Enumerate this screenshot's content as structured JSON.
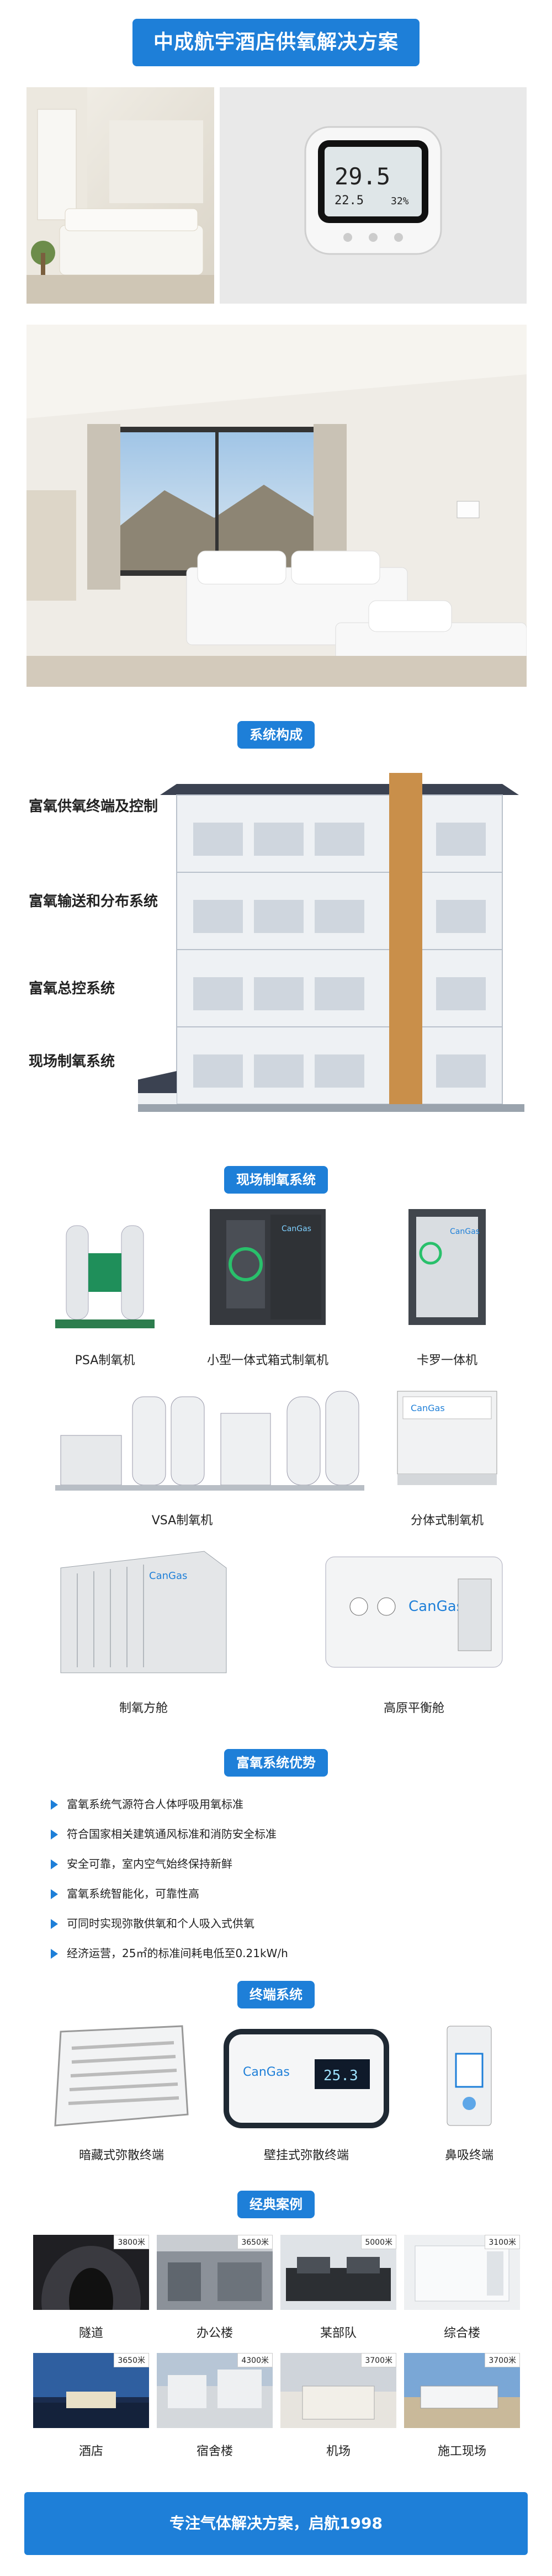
{
  "header": {
    "title": "中成航宇酒店供氧解决方案"
  },
  "thermostat": {
    "value": "29.5",
    "humidity": "32%",
    "sub": "22.5"
  },
  "sections": {
    "system": "系统构成",
    "onsite": "现场制氧系统",
    "advantage": "富氧系统优势",
    "terminal": "终端系统",
    "cases": "经典案例"
  },
  "system_labels": [
    "富氧供氧终端及控制",
    "富氧输送和分布系统",
    "富氧总控系统",
    "现场制氧系统"
  ],
  "machines_row1": [
    "PSA制氧机",
    "小型一体式箱式制氧机",
    "卡罗一体机"
  ],
  "machines_row2": [
    "VSA制氧机",
    "分体式制氧机"
  ],
  "machines_row3": [
    "制氧方舱",
    "高原平衡舱"
  ],
  "brand": "CanGas",
  "advantages": [
    "富氧系统气源符合人体呼吸用氧标准",
    "符合国家相关建筑通风标准和消防安全标准",
    "安全可靠，室内空气始终保持新鲜",
    "富氧系统智能化，可靠性高",
    "可同时实现弥散供氧和个人吸入式供氧",
    "经济运营，25㎡的标准间耗电低至0.21kW/h"
  ],
  "terminals": [
    "暗藏式弥散终端",
    "壁挂式弥散终端",
    "鼻吸终端"
  ],
  "terminal_display": "25.3",
  "cases_row1": [
    {
      "label": "隧道",
      "badge": "3800米"
    },
    {
      "label": "办公楼",
      "badge": "3650米"
    },
    {
      "label": "某部队",
      "badge": "5000米"
    },
    {
      "label": "综合楼",
      "badge": "3100米"
    }
  ],
  "cases_row2": [
    {
      "label": "酒店",
      "badge": "3650米"
    },
    {
      "label": "宿舍楼",
      "badge": "4300米"
    },
    {
      "label": "机场",
      "badge": "3700米"
    },
    {
      "label": "施工现场",
      "badge": "3700米"
    }
  ],
  "footer": {
    "text": "专注气体解决方案，启航1998"
  },
  "colors": {
    "accent": "#1e7fd8"
  }
}
